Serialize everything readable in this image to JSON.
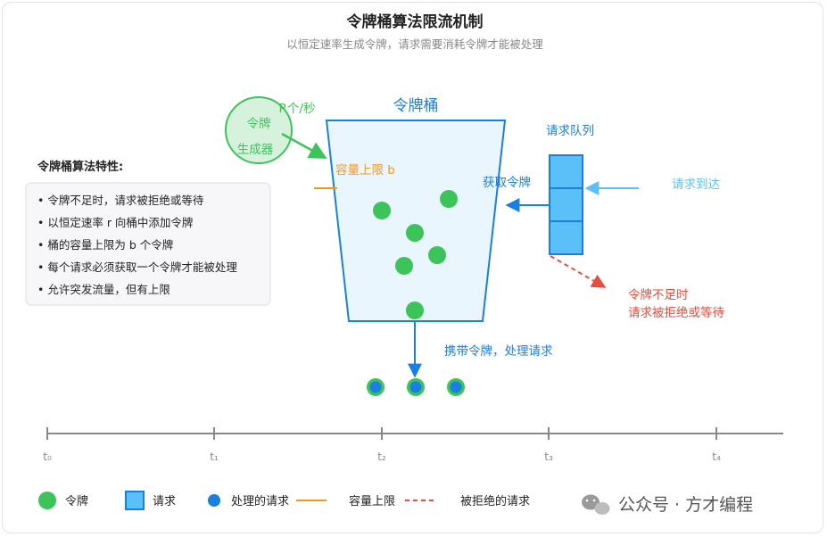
{
  "title": "令牌桶算法限流机制",
  "subtitle": "以恒定速率生成令牌，请求需要消耗令牌才能被处理",
  "generator": {
    "line1": "令牌",
    "line2": "生成器",
    "rate": "R个/秒"
  },
  "bucket": {
    "label": "令牌桶",
    "capacity": "容量上限 b"
  },
  "queue": {
    "label": "请求队列",
    "arrival": "请求到达",
    "fetch": "获取令牌"
  },
  "reject": {
    "line1": "令牌不足时",
    "line2": "请求被拒绝或等待"
  },
  "carry": "携带令牌，处理请求",
  "features": {
    "title": "令牌桶算法特性:",
    "items": [
      "令牌不足时，请求被拒绝或等待",
      "以恒定速率 r 向桶中添加令牌",
      "桶的容量上限为 b 个令牌",
      "每个请求必须获取一个令牌才能被处理",
      "允许突发流量，但有上限"
    ]
  },
  "timeline": {
    "ticks": [
      "t₀",
      "t₁",
      "t₂",
      "t₃",
      "t₄"
    ]
  },
  "legend": {
    "token": "令牌",
    "request": "请求",
    "processed": "处理的请求",
    "capacity": "容量上限",
    "rejected": "被拒绝的请求"
  },
  "watermark": "公众号 · 方才编程",
  "colors": {
    "token": "#3cc45a",
    "request": "#5bc0f8",
    "blue": "#1a7fe0",
    "orange": "#f5961e",
    "red": "#e84c3d",
    "bucket_fill": "#eaf6fd"
  }
}
